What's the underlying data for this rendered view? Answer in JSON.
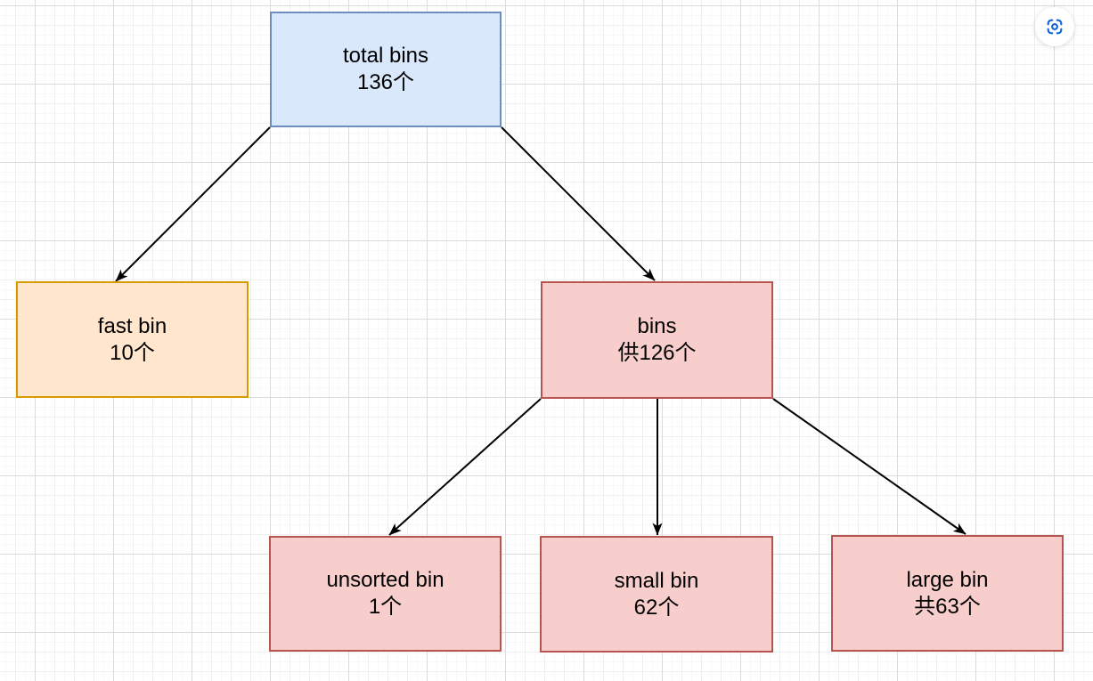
{
  "canvas": {
    "background": "#ffffff",
    "grid": {
      "fine_color": "#f8f8f8",
      "minor_color": "#efefef",
      "major_color": "#dcdcdc"
    }
  },
  "controls": {
    "focus_button": {
      "icon": "focus-scan-icon",
      "color": "#1565d8"
    }
  },
  "diagram": {
    "nodes": [
      {
        "id": "total-bins",
        "line1": "total bins",
        "line2": "136个",
        "fill": "#dae8fc",
        "stroke": "#6c8ebf"
      },
      {
        "id": "fast-bin",
        "line1": "fast bin",
        "line2": "10个",
        "fill": "#ffe6cc",
        "stroke": "#d79b00"
      },
      {
        "id": "bins",
        "line1": "bins",
        "line2": "供126个",
        "fill": "#f8cecc",
        "stroke": "#b85450"
      },
      {
        "id": "unsorted-bin",
        "line1": "unsorted bin",
        "line2": "1个",
        "fill": "#f8cecc",
        "stroke": "#b85450"
      },
      {
        "id": "small-bin",
        "line1": "small bin",
        "line2": "62个",
        "fill": "#f8cecc",
        "stroke": "#b85450"
      },
      {
        "id": "large-bin",
        "line1": "large bin",
        "line2": "共63个",
        "fill": "#f8cecc",
        "stroke": "#b85450"
      }
    ],
    "edges": [
      {
        "from": "total-bins",
        "to": "fast-bin"
      },
      {
        "from": "total-bins",
        "to": "bins"
      },
      {
        "from": "bins",
        "to": "unsorted-bin"
      },
      {
        "from": "bins",
        "to": "small-bin"
      },
      {
        "from": "bins",
        "to": "large-bin"
      }
    ]
  }
}
